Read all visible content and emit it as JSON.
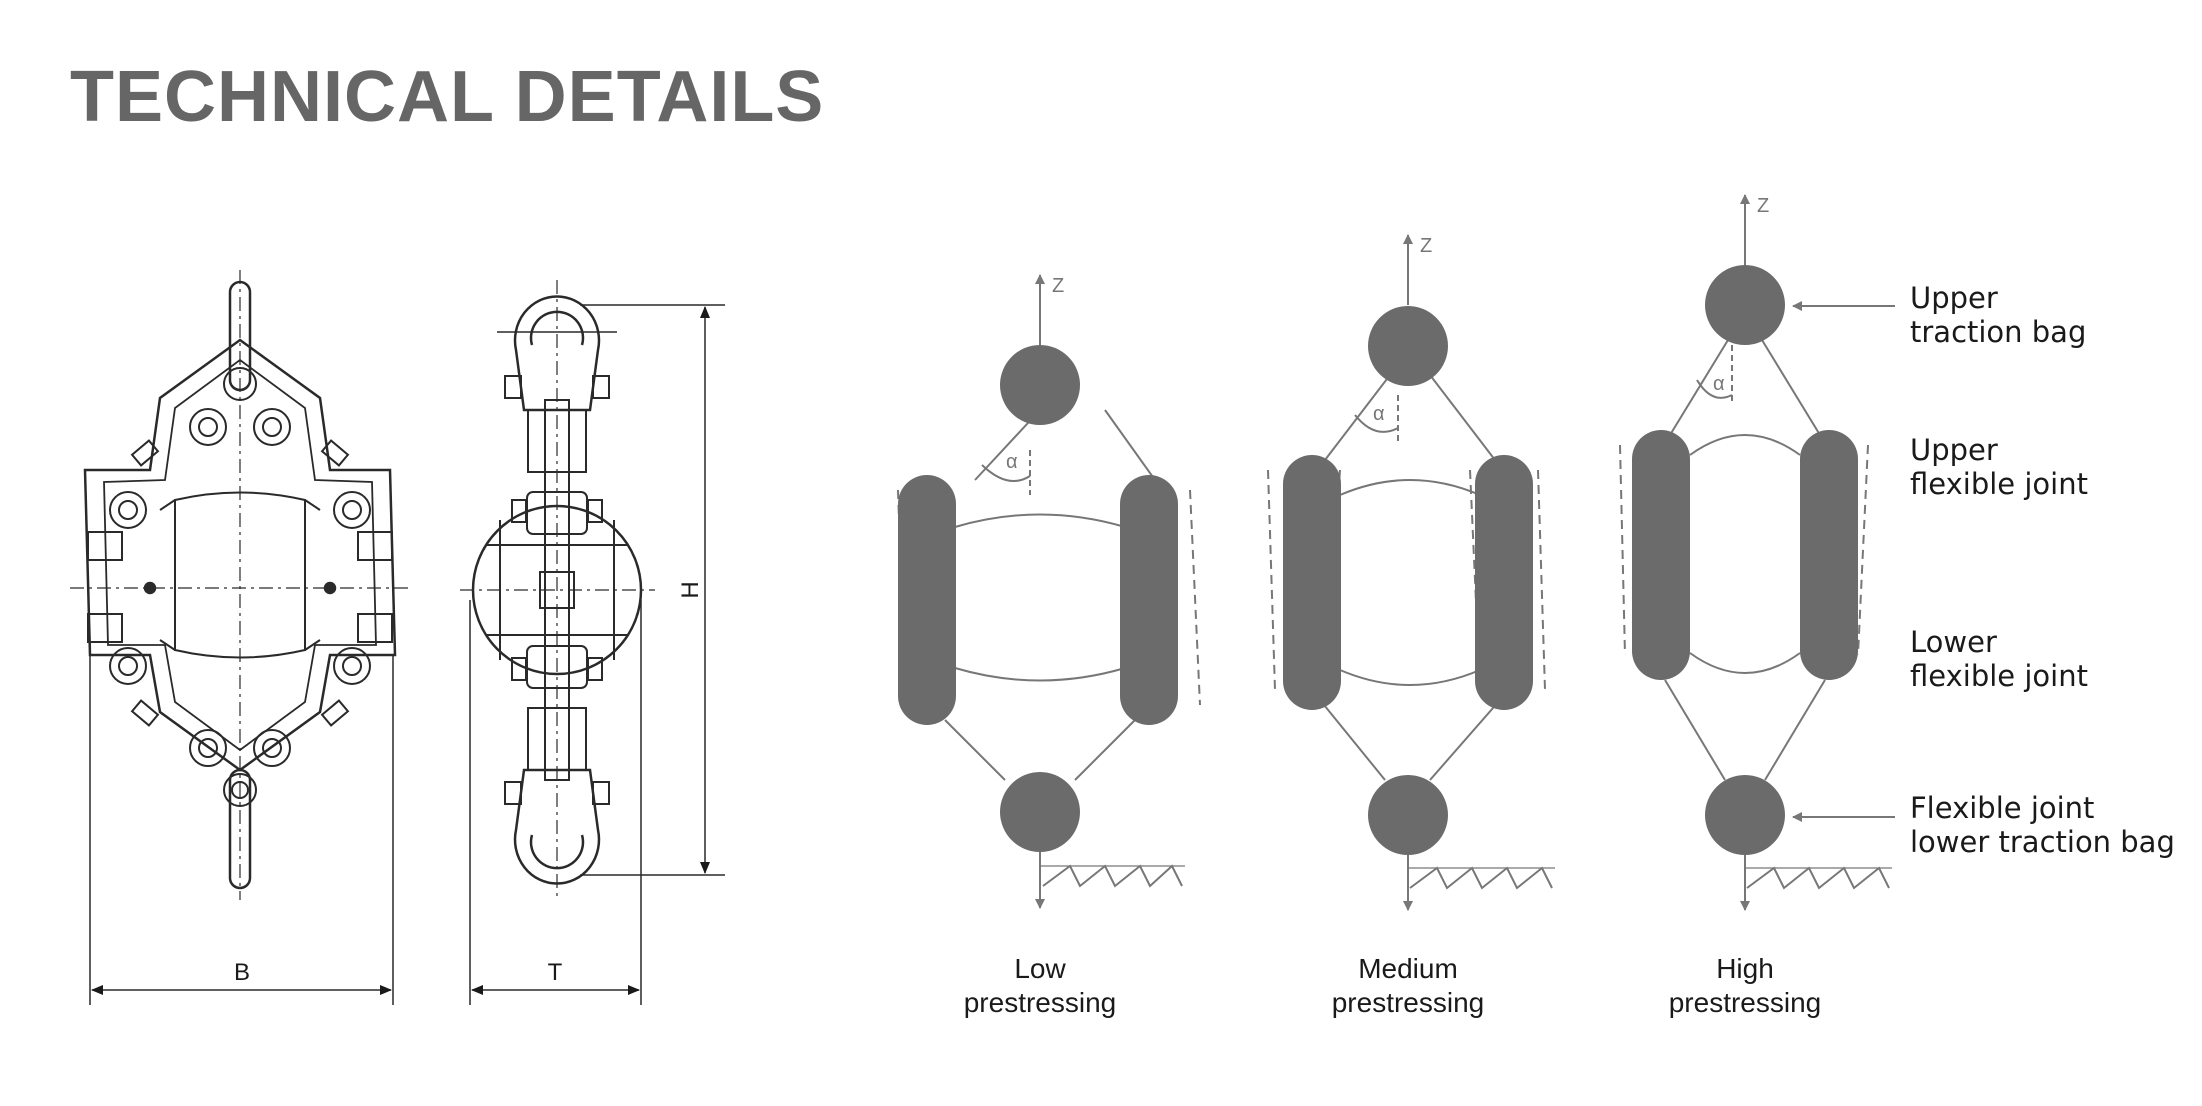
{
  "header": {
    "title": "TECHNICAL DETAILS"
  },
  "drawing": {
    "width_label": "B",
    "thickness_label": "T",
    "height_label": "H"
  },
  "diagrams": [
    {
      "caption_line1": "Low",
      "caption_line2": "prestressing",
      "axis_label": "Z",
      "angle_label": "α"
    },
    {
      "caption_line1": "Medium",
      "caption_line2": "prestressing",
      "axis_label": "Z",
      "angle_label": "α"
    },
    {
      "caption_line1": "High",
      "caption_line2": "prestressing",
      "axis_label": "Z",
      "angle_label": "α"
    }
  ],
  "annotations": {
    "upper_traction_bag": [
      "Upper",
      "traction bag"
    ],
    "upper_flexible_joint": [
      "Upper",
      "flexible joint"
    ],
    "lower_flexible_joint": [
      "Lower",
      "flexible joint"
    ],
    "flexible_joint_lower_traction_bag": [
      "Flexible joint",
      "lower traction bag"
    ]
  },
  "colors": {
    "title": "#666666",
    "bag_fill": "#6b6b6b",
    "line": "#777777",
    "drawing_line": "#2a2a2a",
    "text": "#1a1a1a"
  }
}
